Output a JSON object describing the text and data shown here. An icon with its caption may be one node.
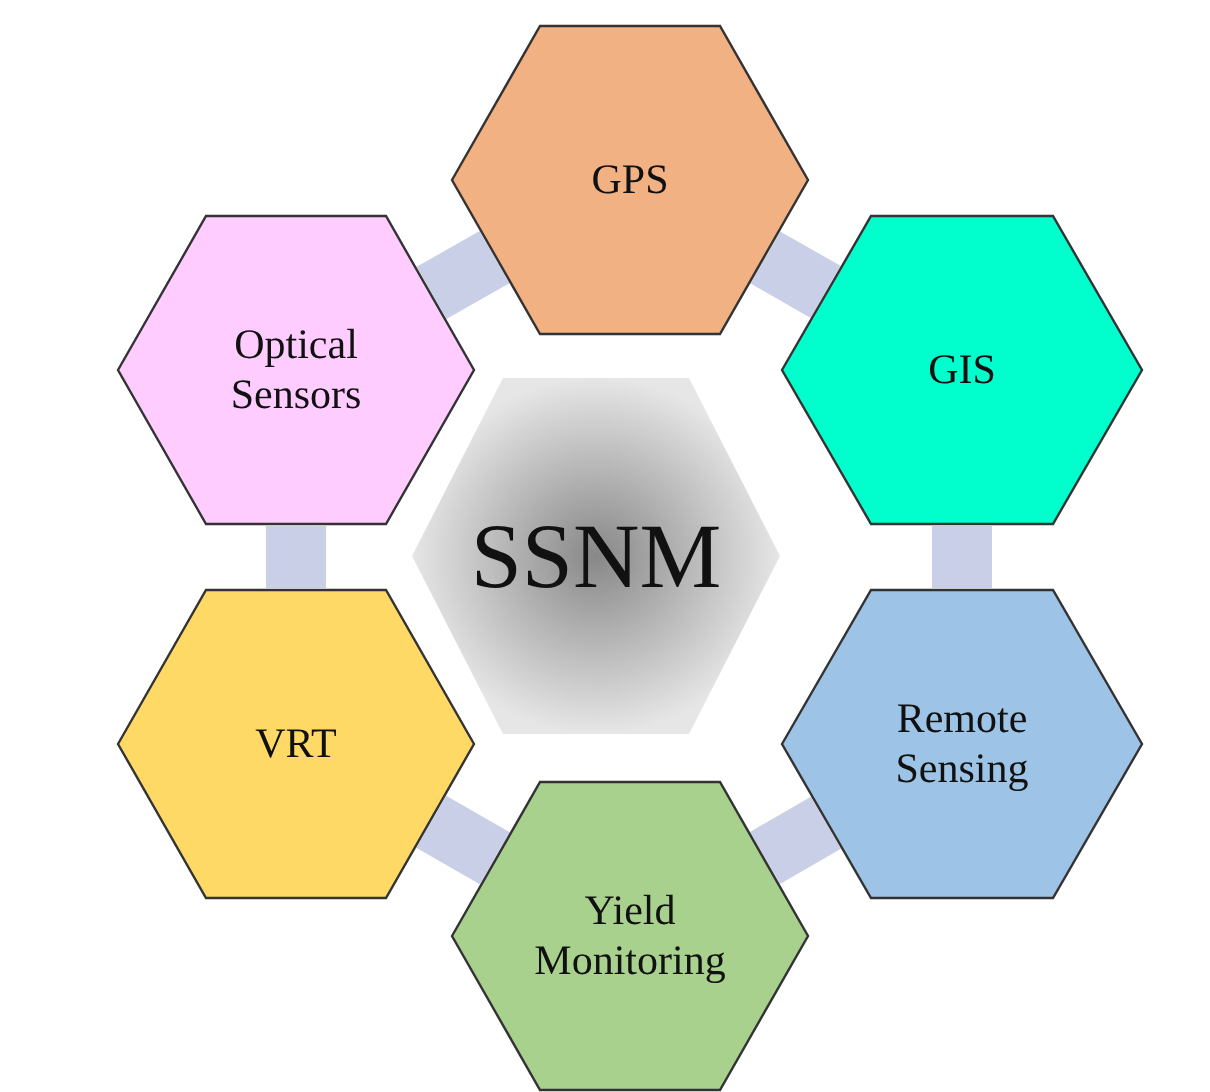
{
  "diagram": {
    "nodes": [
      {
        "text": [
          "GPS"
        ]
      },
      {
        "text": [
          "GIS"
        ]
      },
      {
        "text": [
          "Remote Sensing"
        ]
      },
      {
        "text": [
          "Yield Monitoring"
        ]
      },
      {
        "text": [
          "VRT"
        ]
      },
      {
        "text": [
          "Optical Sensors"
        ]
      },
      {
        "text": [
          "SSNM"
        ]
      }
    ],
    "edges": [
      {
        "from": 0,
        "to": 1,
        "arrow": "none"
      },
      {
        "from": 1,
        "to": 2,
        "arrow": "none"
      },
      {
        "from": 2,
        "to": 3,
        "arrow": "none"
      },
      {
        "from": 3,
        "to": 4,
        "arrow": "none"
      },
      {
        "from": 4,
        "to": 5,
        "arrow": "none"
      },
      {
        "from": 5,
        "to": 0,
        "arrow": "none"
      }
    ]
  }
}
